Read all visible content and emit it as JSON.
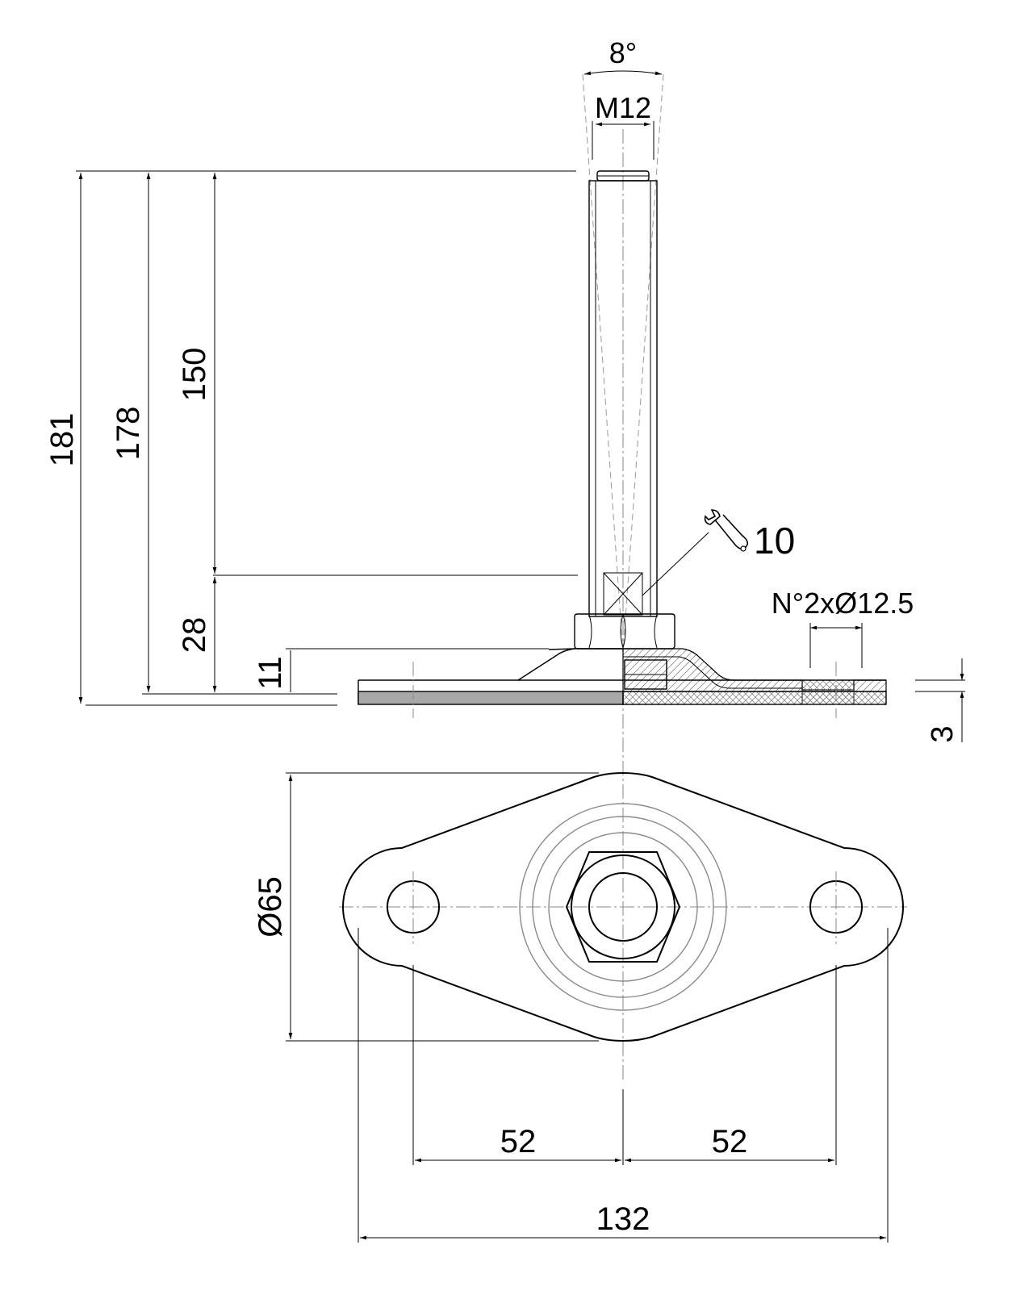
{
  "dimensions": {
    "angle": "8°",
    "thread": "M12",
    "overall_height": "181",
    "height_178": "178",
    "stem_length": "150",
    "adjust_range": "28",
    "base_height": "11",
    "wrench_size": "10",
    "holes": "N°2xØ12.5",
    "plate_thickness": "3",
    "base_diameter": "Ø65",
    "hole_offset_left": "52",
    "hole_offset_right": "52",
    "overall_width": "132"
  },
  "colors": {
    "line": "#000000",
    "hidden": "#8a8a8a",
    "pad_fill": "#a8a8a8"
  }
}
